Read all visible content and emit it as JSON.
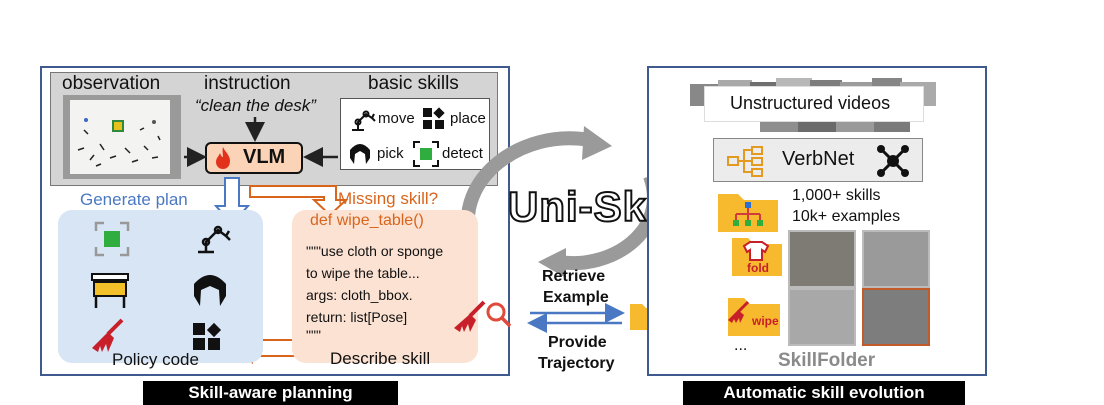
{
  "left": {
    "observation_label": "observation",
    "instruction_label": "instruction",
    "instruction_text": "“clean the desk”",
    "basic_skills_label": "basic skills",
    "skills": {
      "move": "move",
      "place": "place",
      "pick": "pick",
      "detect": "detect"
    },
    "vlm_label": "VLM",
    "generate_plan": "Generate plan",
    "missing_skill": "Missing skill?",
    "code_title": "def wipe_table()",
    "code_lines": [
      "\"\"\"use cloth or sponge",
      "to wipe the table...",
      "args: cloth_bbox.",
      "return: list[Pose]",
      "\"\"\""
    ],
    "policy_code": "Policy code",
    "describe_skill": "Describe skill",
    "banner": "Skill-aware planning"
  },
  "center": {
    "title": "Uni-Skill",
    "retrieve": [
      "Retrieve",
      "Example"
    ],
    "provide": [
      "Provide",
      "Trajectory"
    ]
  },
  "right": {
    "videos_label": "Unstructured videos",
    "verbnet_label": "VerbNet",
    "skills_count": "1,000+ skills",
    "examples_count": "10k+ examples",
    "fold_label": "fold",
    "wipe_label": "wipe",
    "ellipsis": "...",
    "skillfolder_label": "SkillFolder",
    "banner": "Automatic skill evolution"
  },
  "colors": {
    "panel_border": "#3f5a8f",
    "plan_blue": "#4a78c2",
    "missing_orange": "#d9651c",
    "folder_yellow": "#f7b92e",
    "vlm_fill": "#fbd3b7",
    "plan_fill": "#d7e5f4",
    "code_fill": "#fbe2d2"
  }
}
